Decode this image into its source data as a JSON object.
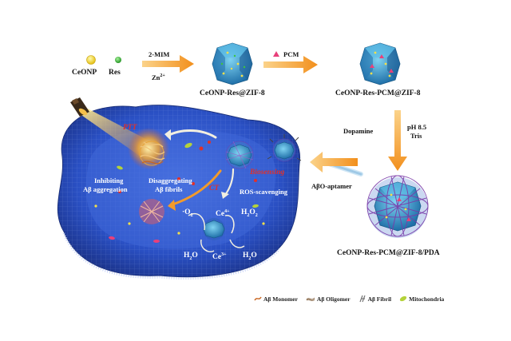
{
  "reagents": {
    "ceonp": "CeONP",
    "res": "Res"
  },
  "step1": {
    "top": "2-MIM",
    "bottom": "Zn",
    "bottom_sup": "2+"
  },
  "step2": {
    "label": "PCM"
  },
  "step3": {
    "left": "Dopamine",
    "right_line1": "pH 8.5",
    "right_line2": "Tris"
  },
  "products": {
    "p1": "CeONP-Res@ZIF-8",
    "p2": "CeONP-Res-PCM@ZIF-8",
    "p3": "CeONP-Res-PCM@ZIF-8/PDA"
  },
  "aptamer": "AβO-aptamer",
  "biosensing": "Biosensing",
  "ptt": "PTT",
  "ct": "CT",
  "ros": "ROS-scavenging",
  "inhibit": {
    "line1": "Inhibiting",
    "line2": "Aβ aggregation"
  },
  "disagg": {
    "line1": "Disaggregating",
    "line2": "Aβ fibrils"
  },
  "redox": {
    "o2": "·O",
    "o2_sub": "2",
    "ce4": "Ce",
    "ce4_sup": "4+",
    "h2o2": "H",
    "h2o2_mid": "2",
    "h2o2_end": "O",
    "h2o2_sub": "2",
    "h2o_left": "H",
    "h2o_left_sub": "2",
    "h2o_left_end": "O",
    "ce3": "Ce",
    "ce3_sup": "3+",
    "h2o_right": "H",
    "h2o_right_sub": "2",
    "h2o_right_end": "O"
  },
  "legend": [
    "Aβ Monomer",
    "Aβ Oligomer",
    "Aβ Fibril",
    "Mitochondria"
  ],
  "colors": {
    "arrow": "#f5a623",
    "crystal": "#2e8fc4",
    "pda": "#7a3aa8",
    "cell": "#2a52c9",
    "red": "#e0302a"
  }
}
